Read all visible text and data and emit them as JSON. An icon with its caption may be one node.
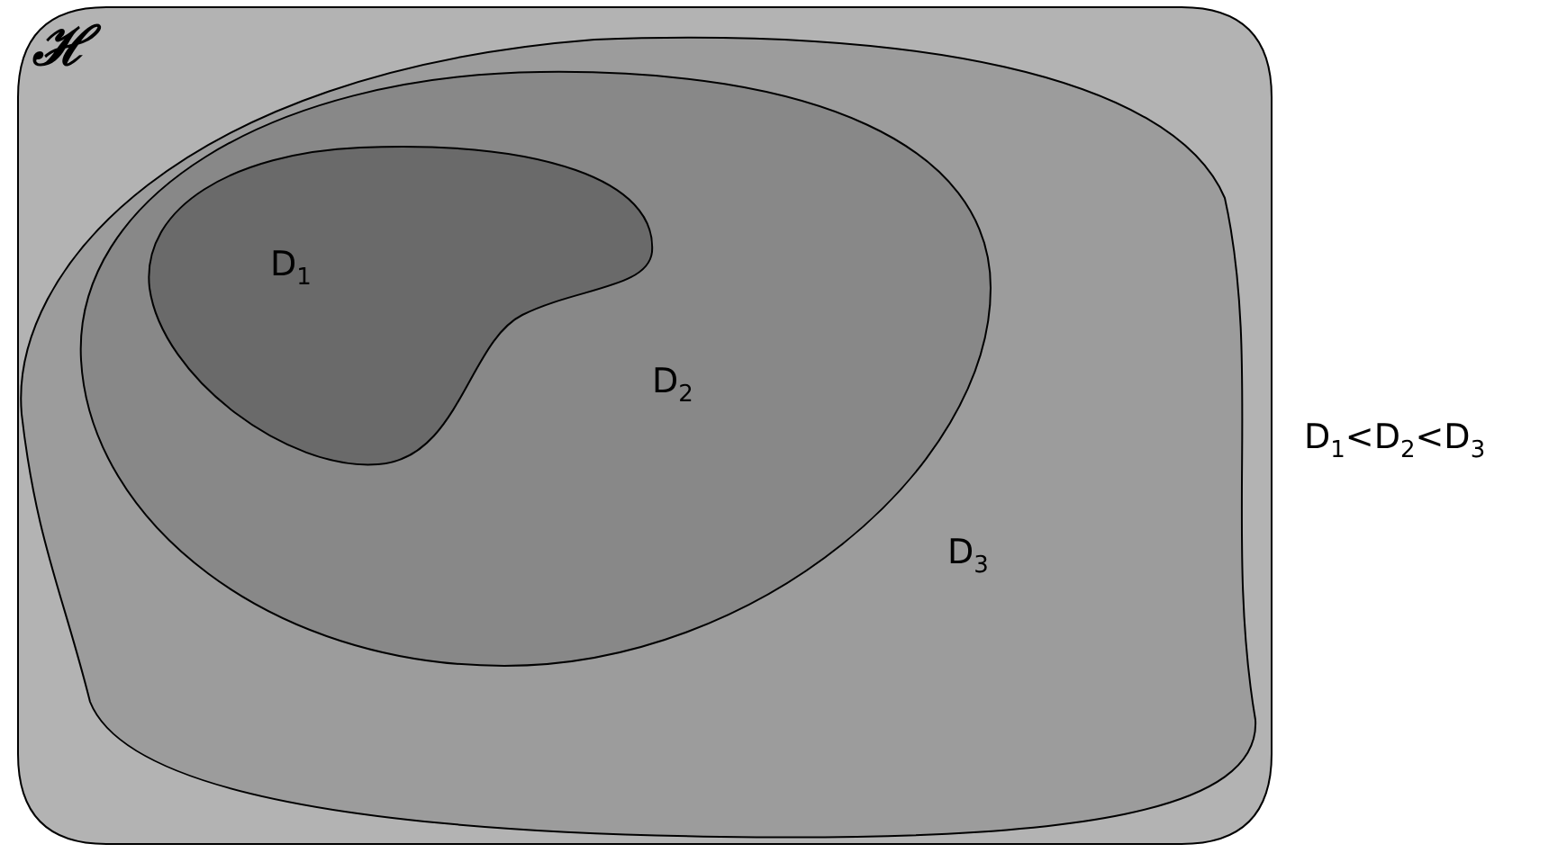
{
  "diagram": {
    "nodes": [
      {
        "text": [
          "ℋ"
        ]
      },
      {
        "text": [
          "D$_{3}$"
        ],
        "in": 0
      },
      {
        "text": [
          "D$_{2}$"
        ],
        "in": 1
      },
      {
        "text": [
          "D$_{1}$"
        ],
        "in": 2
      }
    ],
    "labels": [
      "D$_{1}$<D$_{2}$<D$_{3}$"
    ]
  }
}
